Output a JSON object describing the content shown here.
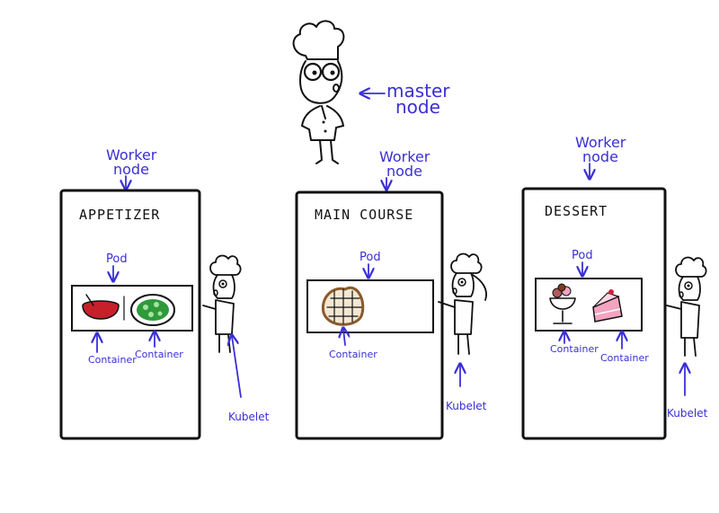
{
  "master": {
    "label_line1": "master",
    "label_line2": "node"
  },
  "workers": [
    {
      "label_line1": "Worker",
      "label_line2": "node",
      "title": "APPETIZER",
      "pod_label": "Pod",
      "container_labels": [
        "Container",
        "Container"
      ],
      "kubelet_label": "Kubelet"
    },
    {
      "label_line1": "Worker",
      "label_line2": "node",
      "title": "MAIN COURSE",
      "pod_label": "Pod",
      "container_labels": [
        "Container"
      ],
      "kubelet_label": "Kubelet"
    },
    {
      "label_line1": "Worker",
      "label_line2": "node",
      "title": "DESSERT",
      "pod_label": "Pod",
      "container_labels": [
        "Container",
        "Container"
      ],
      "kubelet_label": "Kubelet"
    }
  ],
  "colors": {
    "annotation": "#3a2fd6",
    "ink": "#111111",
    "soup": "#c8202b",
    "salad": "#2e9a3a",
    "waffle": "#8a5a2b",
    "cake": "#f4a3c0"
  }
}
